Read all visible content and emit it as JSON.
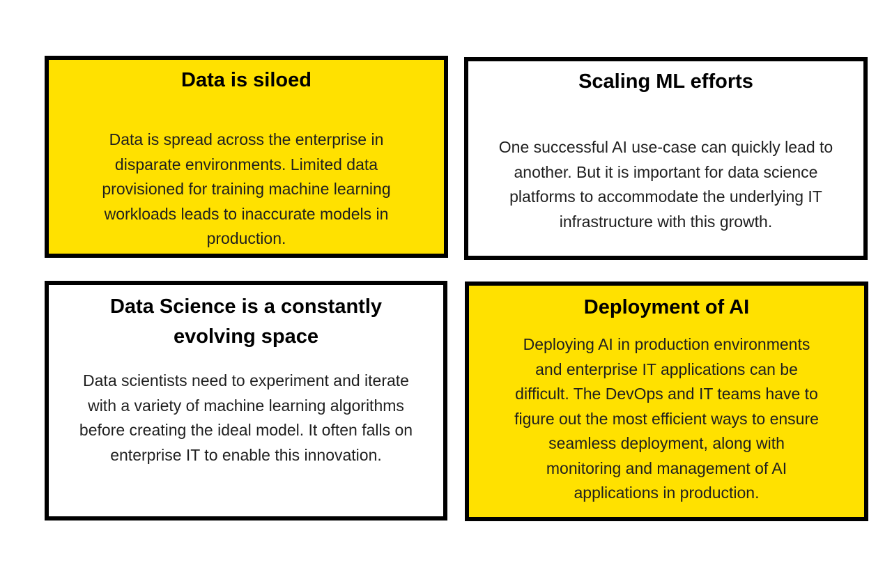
{
  "colors": {
    "card_yellow": "#FFE100",
    "card_white": "#FFFFFF",
    "card_border": "#000000",
    "title_text": "#000000",
    "body_text": "#1F1F1F",
    "page_background": "#FFFFFF"
  },
  "cards": [
    {
      "id": "data-is-siloed",
      "background": "#FFE100",
      "title_lines": [
        "Data is siloed"
      ],
      "body_lines": [
        "Data is spread across the enterprise in",
        "disparate environments. Limited data",
        "provisioned for training machine learning",
        "workloads leads to inaccurate models in",
        "production."
      ]
    },
    {
      "id": "scaling-ml-efforts",
      "background": "#FFFFFF",
      "title_lines": [
        "Scaling ML efforts"
      ],
      "body_lines": [
        "One successful AI use-case can quickly lead to",
        "another. But it is important for data science",
        "platforms to accommodate the underlying IT",
        "infrastructure with this growth."
      ]
    },
    {
      "id": "data-science-evolving-space",
      "background": "#FFFFFF",
      "title_lines": [
        "Data Science is a constantly",
        "evolving space"
      ],
      "body_lines": [
        "Data scientists need to experiment and iterate",
        "with a variety of machine learning algorithms",
        "before creating the ideal model. It often falls on",
        "enterprise IT to enable this innovation."
      ]
    },
    {
      "id": "deployment-of-ai",
      "background": "#FFE100",
      "title_lines": [
        "Deployment of AI"
      ],
      "body_lines": [
        "Deploying AI in production environments",
        "and enterprise IT applications can be",
        "difficult. The DevOps and IT teams have to",
        "figure out the most efficient ways to ensure",
        "seamless deployment, along with",
        "monitoring and management of AI",
        "applications in production."
      ]
    }
  ]
}
